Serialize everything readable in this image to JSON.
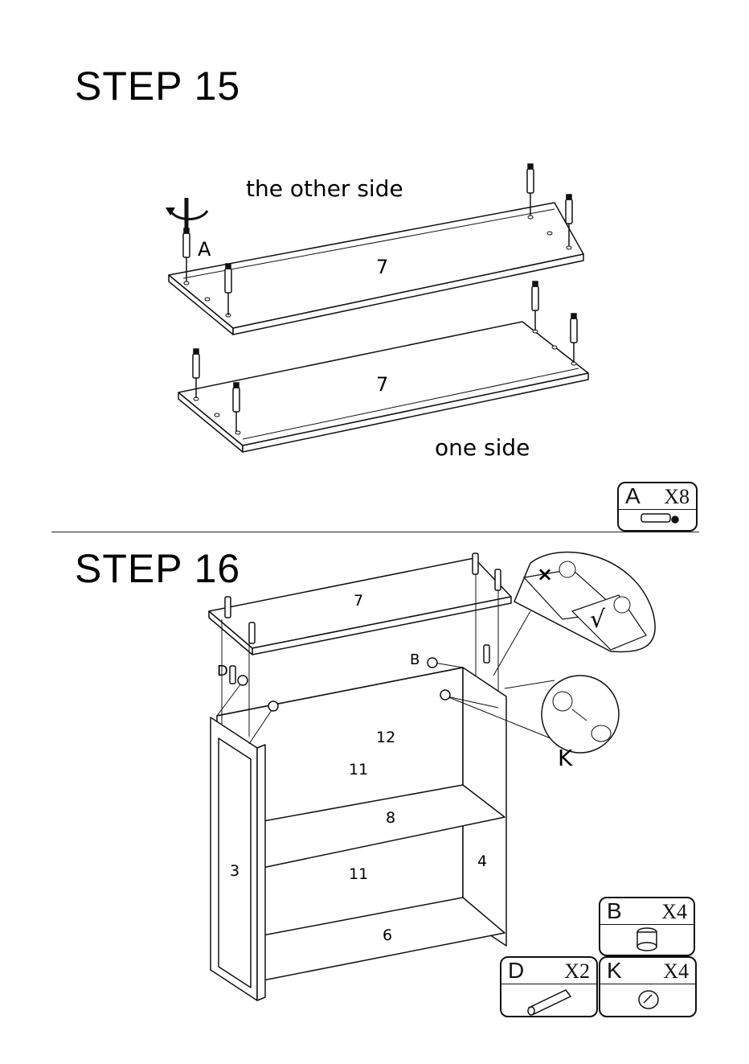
{
  "step15": {
    "title": "STEP 15",
    "label_other_side": "the other side",
    "label_one_side": "one side",
    "part_A_label": "A",
    "panel_number_top": "7",
    "panel_number_bottom": "7",
    "badge": {
      "code": "A",
      "qty": "X8",
      "icon": "dowel-screw-icon"
    }
  },
  "step16": {
    "title": "STEP 16",
    "labels": {
      "top_panel": "7",
      "back": "12",
      "upper_side": "11",
      "middle_shelf": "8",
      "lower_side": "11",
      "bottom_shelf": "6",
      "left_panel": "3",
      "right_panel": "4",
      "part_B": "B",
      "part_D": "D",
      "part_K": "K"
    },
    "badges": [
      {
        "code": "B",
        "qty": "X4",
        "icon": "cam-lock-icon"
      },
      {
        "code": "D",
        "qty": "X2",
        "icon": "wood-dowel-icon"
      },
      {
        "code": "K",
        "qty": "X4",
        "icon": "cap-cover-icon"
      }
    ]
  },
  "colors": {
    "line": "#111111",
    "background": "#ffffff"
  }
}
